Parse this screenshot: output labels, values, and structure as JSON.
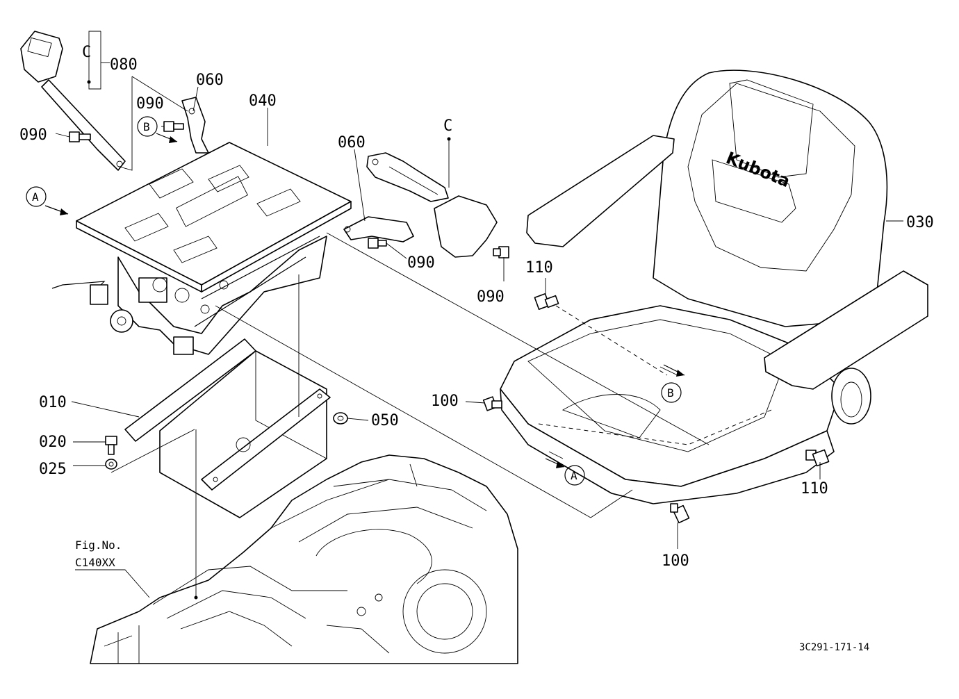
{
  "labels": {
    "callout_c_top": "C",
    "callout_c_belt": "C",
    "p080": "080",
    "p060_left": "060",
    "p060_right": "060",
    "p090_a": "090",
    "p090_b": "090",
    "p090_c": "090",
    "p090_d": "090",
    "p040": "040",
    "p030": "030",
    "p110_top": "110",
    "p110_bottom": "110",
    "p100_left": "100",
    "p100_bottom": "100",
    "p010": "010",
    "p020": "020",
    "p025": "025",
    "p050": "050",
    "ref_a_left": "A",
    "ref_a_seat": "A",
    "ref_b_left": "B",
    "ref_b_seat": "B",
    "fig_no": "Fig.No.",
    "fig_ref": "C140XX",
    "drawing_number": "3C291-171-14",
    "brand_logo": "Kubota"
  }
}
